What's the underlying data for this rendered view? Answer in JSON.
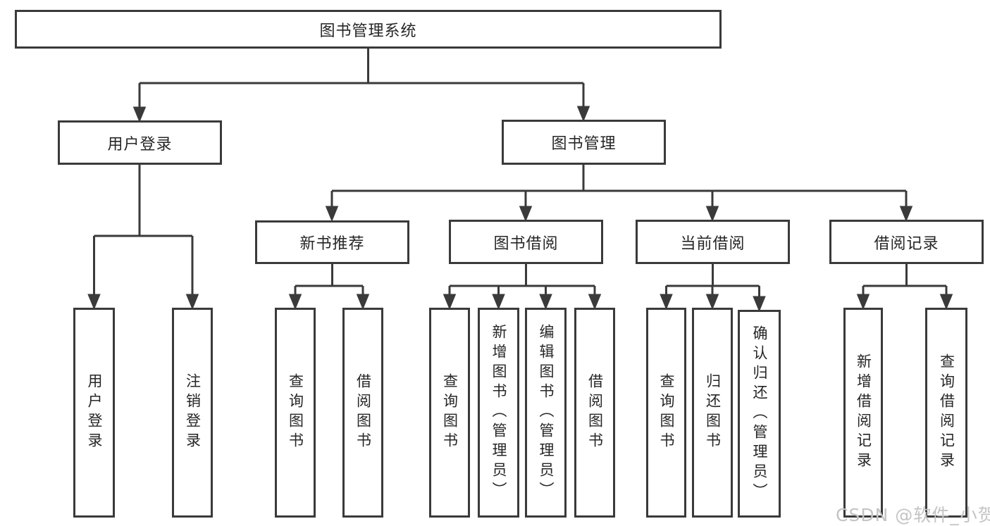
{
  "colors": {
    "line": "#3a3a3a",
    "text": "#262626",
    "background": "#ffffff",
    "watermark": "#c4c4c4"
  },
  "watermark": {
    "text": "CSDN @软件_小贺同学"
  },
  "tree": {
    "root": {
      "label": "图书管理系统"
    },
    "branches": [
      {
        "label": "用户登录",
        "children": [
          {
            "label": "用户登录"
          },
          {
            "label": "注销登录"
          }
        ]
      },
      {
        "label": "图书管理",
        "groups": [
          {
            "label": "新书推荐",
            "children": [
              {
                "label": "查询图书"
              },
              {
                "label": "借阅图书"
              }
            ]
          },
          {
            "label": "图书借阅",
            "children": [
              {
                "label": "查询图书"
              },
              {
                "label": "新增图书（管理员）"
              },
              {
                "label": "编辑图书（管理员）"
              },
              {
                "label": "借阅图书"
              }
            ]
          },
          {
            "label": "当前借阅",
            "children": [
              {
                "label": "查询图书"
              },
              {
                "label": "归还图书"
              },
              {
                "label": "确认归还（管理员）"
              }
            ]
          },
          {
            "label": "借阅记录",
            "children": [
              {
                "label": "新增借阅记录"
              },
              {
                "label": "查询借阅记录"
              }
            ]
          }
        ]
      }
    ]
  }
}
